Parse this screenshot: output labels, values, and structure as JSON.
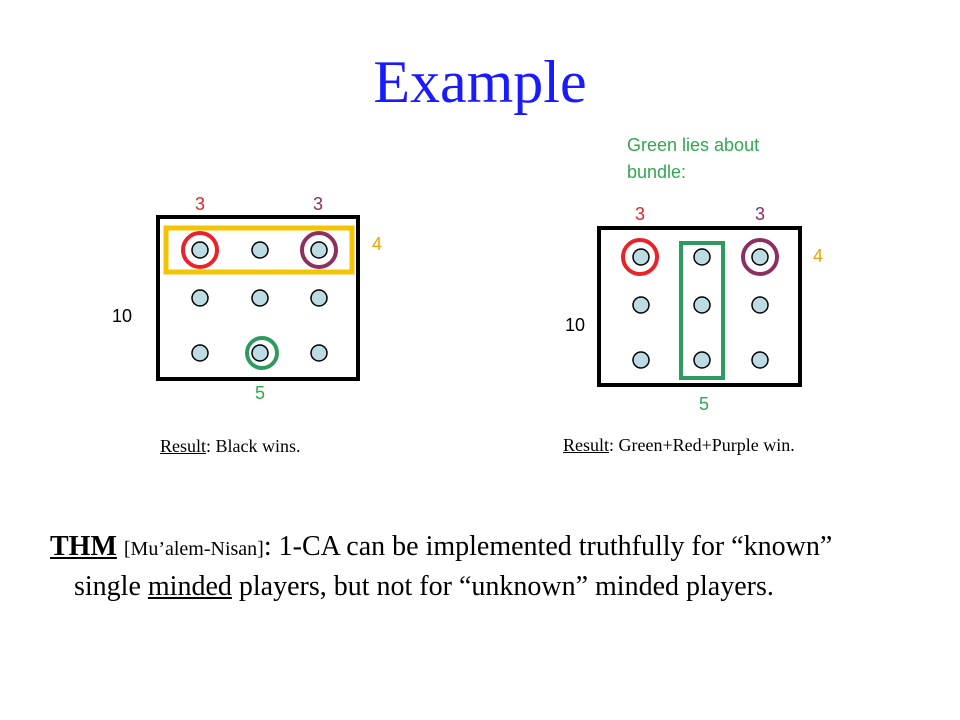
{
  "title": "Example",
  "colors": {
    "title": "#1a1aff",
    "dot": "#bcdbe3",
    "red": "#e8232a",
    "purple": "#8e2f62",
    "green": "#2f9a5f",
    "gold": "#f5c400",
    "green_text": "#2fa84f",
    "orange_text": "#e8a300"
  },
  "left": {
    "label_red": "3",
    "label_purple": "3",
    "label_gold": "4",
    "label_black": "10",
    "label_green": "5",
    "result_word": "Result",
    "result_text": ": Black wins."
  },
  "right": {
    "note_line1": "Green lies about",
    "note_line2": "bundle:",
    "label_red": "3",
    "label_purple": "3",
    "label_gold": "4",
    "label_black": "10",
    "label_green": "5",
    "result_word": "Result",
    "result_text": ": Green+Red+Purple win."
  },
  "theorem": {
    "prefix": "THM",
    "citation": "[Mu’alem-Nisan]",
    "part1": ": 1-CA can be implemented truthfully for “known” single ",
    "underlined": "minded",
    "part2": " players, but not for “unknown” minded players."
  }
}
